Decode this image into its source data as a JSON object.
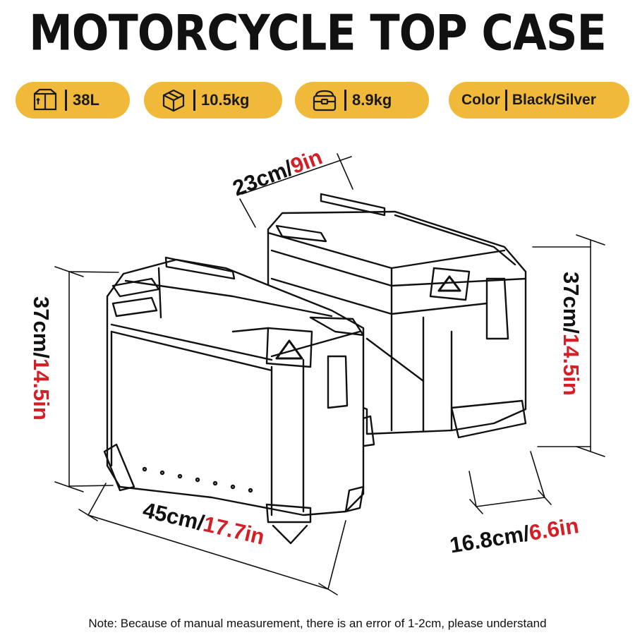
{
  "title": "MOTORCYCLE TOP CASE",
  "specs": {
    "capacity": {
      "icon": "box-capacity-icon",
      "value": "38L"
    },
    "weight_a": {
      "icon": "package-icon",
      "value": "10.5kg"
    },
    "weight_b": {
      "icon": "toolbox-icon",
      "value": "8.9kg"
    },
    "color": {
      "label": "Color",
      "value": "Black/Silver"
    }
  },
  "dimensions": {
    "depth": {
      "cm": "23cm/",
      "in": "9in"
    },
    "height_left": {
      "cm": "37cm/",
      "in": "14.5in"
    },
    "height_right": {
      "cm": "37cm/",
      "in": "14.5in"
    },
    "width": {
      "cm": "45cm/",
      "in": "17.7in"
    },
    "side": {
      "cm": "16.8cm/",
      "in": "6.6in"
    }
  },
  "note": "Note: Because of manual measurement, there is an error of 1-2cm, please understand",
  "colors": {
    "pill": "#f0b93a",
    "accent_red": "#d41f26",
    "ink": "#111111"
  }
}
